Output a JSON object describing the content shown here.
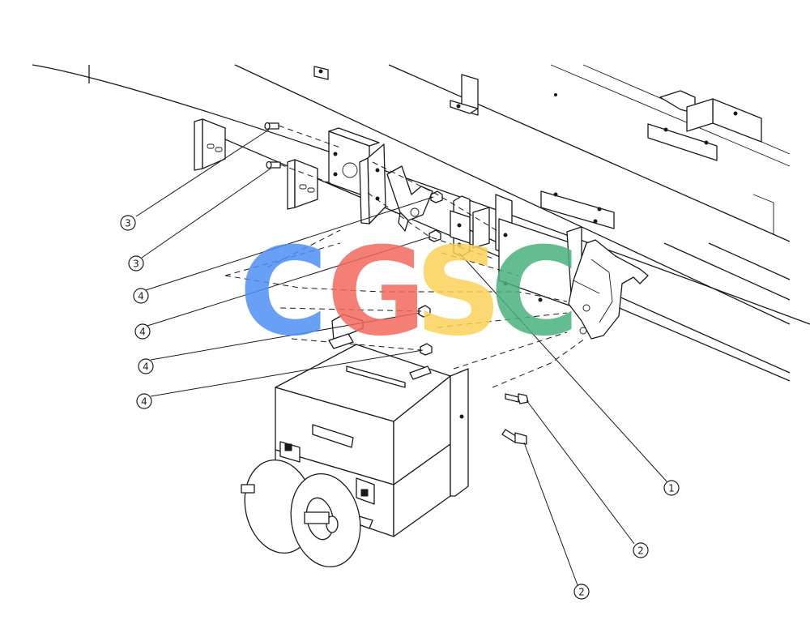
{
  "diagram": {
    "callouts": [
      {
        "id": "c3a",
        "label": "3"
      },
      {
        "id": "c3b",
        "label": "3"
      },
      {
        "id": "c4a",
        "label": "4"
      },
      {
        "id": "c4b",
        "label": "4"
      },
      {
        "id": "c4c",
        "label": "4"
      },
      {
        "id": "c4d",
        "label": "4"
      },
      {
        "id": "c1",
        "label": "1"
      },
      {
        "id": "c2a",
        "label": "2"
      },
      {
        "id": "c2b",
        "label": "2"
      }
    ]
  },
  "watermark": {
    "letters": [
      {
        "char": "C",
        "color": "#4e8ff5"
      },
      {
        "char": "G",
        "color": "#f2685c"
      },
      {
        "char": "S",
        "color": "#fcd15a"
      },
      {
        "char": "C",
        "color": "#49b27e"
      }
    ]
  }
}
